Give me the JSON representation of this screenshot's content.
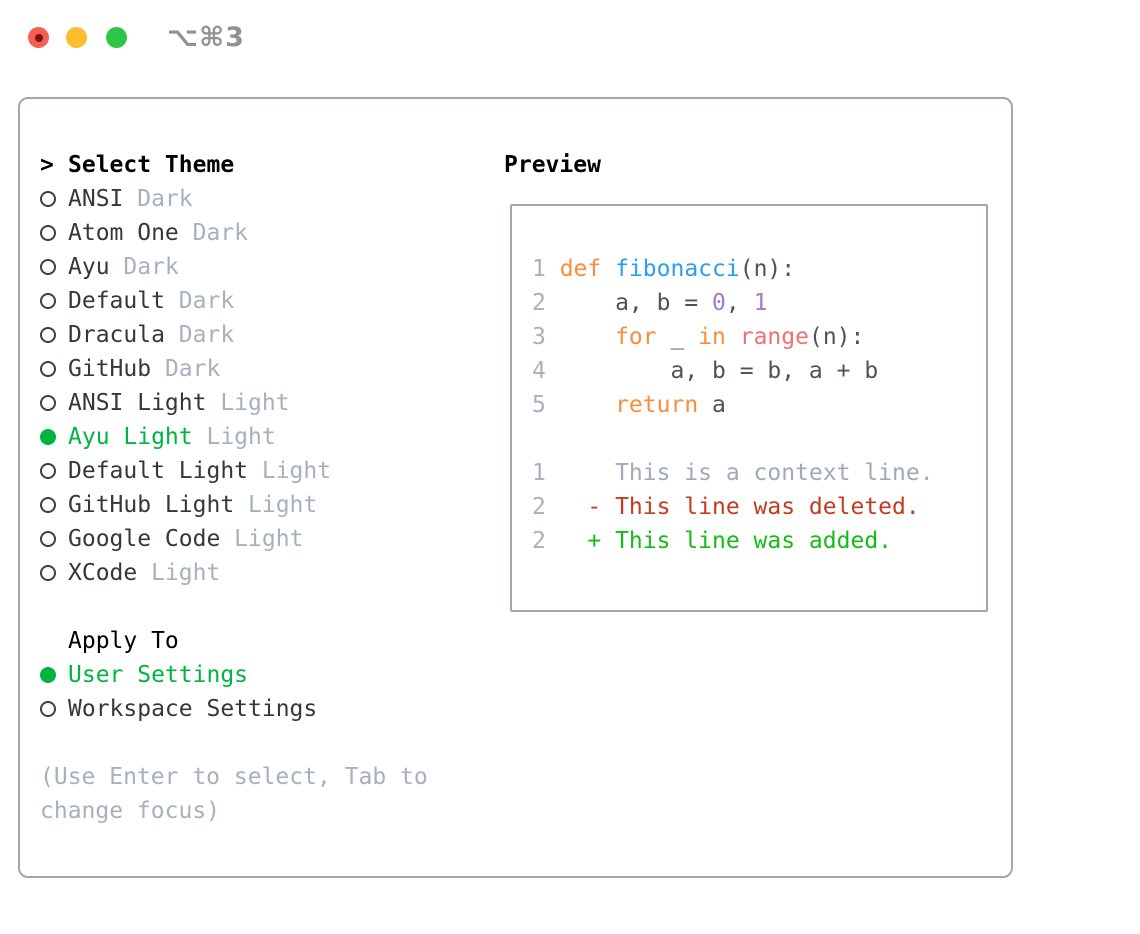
{
  "window": {
    "title": "⌥⌘3",
    "traffic_lights": [
      "close",
      "minimize",
      "zoom"
    ]
  },
  "theme_menu": {
    "cursor": ">",
    "header": "Select Theme",
    "items": [
      {
        "name": "ANSI",
        "variant": "Dark",
        "selected": false
      },
      {
        "name": "Atom One",
        "variant": "Dark",
        "selected": false
      },
      {
        "name": "Ayu",
        "variant": "Dark",
        "selected": false
      },
      {
        "name": "Default",
        "variant": "Dark",
        "selected": false
      },
      {
        "name": "Dracula",
        "variant": "Dark",
        "selected": false
      },
      {
        "name": "GitHub",
        "variant": "Dark",
        "selected": false
      },
      {
        "name": "ANSI Light",
        "variant": "Light",
        "selected": false
      },
      {
        "name": "Ayu Light",
        "variant": "Light",
        "selected": true
      },
      {
        "name": "Default Light",
        "variant": "Light",
        "selected": false
      },
      {
        "name": "GitHub Light",
        "variant": "Light",
        "selected": false
      },
      {
        "name": "Google Code",
        "variant": "Light",
        "selected": false
      },
      {
        "name": "XCode",
        "variant": "Light",
        "selected": false
      }
    ]
  },
  "apply_to": {
    "header": "Apply To",
    "options": [
      {
        "label": "User Settings",
        "selected": true
      },
      {
        "label": "Workspace Settings",
        "selected": false
      }
    ]
  },
  "hint": {
    "line1": "(Use Enter to select, Tab to",
    "line2": "change focus)"
  },
  "preview": {
    "header": "Preview",
    "code_lines": [
      {
        "num": "1",
        "spans": [
          [
            "def",
            "kw"
          ],
          [
            " ",
            ""
          ],
          [
            "fibonacci",
            "fn"
          ],
          [
            "(n):",
            ""
          ]
        ]
      },
      {
        "num": "2",
        "spans": [
          [
            "    a, b = ",
            ""
          ],
          [
            "0",
            "const"
          ],
          [
            ", ",
            ""
          ],
          [
            "1",
            "const"
          ]
        ]
      },
      {
        "num": "3",
        "spans": [
          [
            "    ",
            ""
          ],
          [
            "for",
            "kw"
          ],
          [
            " _ ",
            ""
          ],
          [
            "in",
            "kw"
          ],
          [
            " ",
            ""
          ],
          [
            "range",
            "sp"
          ],
          [
            "(n):",
            ""
          ]
        ]
      },
      {
        "num": "4",
        "spans": [
          [
            "        a, b = b, a + b",
            ""
          ]
        ]
      },
      {
        "num": "5",
        "spans": [
          [
            "    ",
            ""
          ],
          [
            "return",
            "kw"
          ],
          [
            " a",
            ""
          ]
        ]
      },
      {
        "num": "",
        "spans": []
      },
      {
        "num": "1",
        "spans": [
          [
            "    This is a context line.",
            "muted"
          ]
        ]
      },
      {
        "num": "2",
        "spans": [
          [
            "  - This line was deleted.",
            "del"
          ]
        ]
      },
      {
        "num": "2",
        "spans": [
          [
            "  + This line was added.",
            "add"
          ]
        ]
      }
    ]
  },
  "colors": {
    "accent_green": "#00b440",
    "muted_gray": "#a7b1bd",
    "panel_border": "#9ea7b3",
    "syntax_keyword": "#fa8d3e",
    "syntax_function": "#2aa0ec",
    "syntax_constant": "#a37acc",
    "syntax_special": "#f07171",
    "diff_deleted": "#c33b20",
    "diff_added": "#16bb16",
    "traffic_red": "#f55f51",
    "traffic_yellow": "#fcbd2f",
    "traffic_green": "#2fc648"
  }
}
